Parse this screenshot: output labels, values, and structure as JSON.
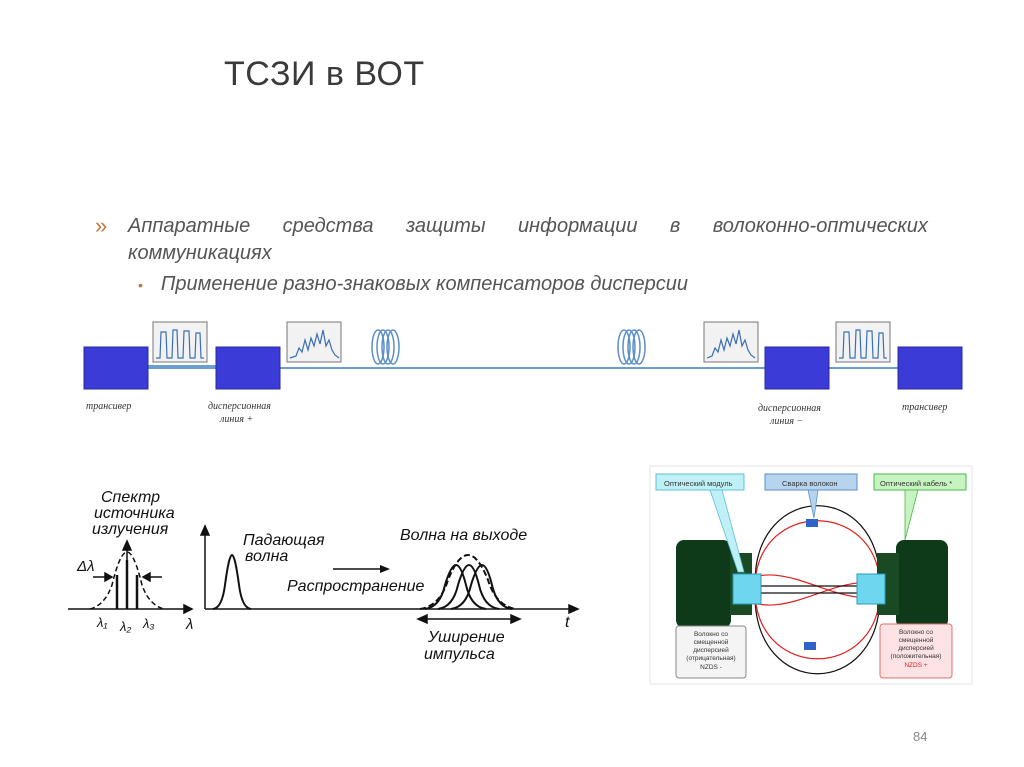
{
  "slide": {
    "title": "ТСЗИ в ВОТ",
    "bullet_marker": "»",
    "bullet_text_line1_words": [
      "Аппаратные",
      "средства",
      "защиты",
      "информации",
      "в",
      "волоконно-оптических"
    ],
    "bullet_text_line2": "коммуникациях",
    "sub_bullet_marker": "•",
    "sub_bullet_text": "Применение разно-знаковых компенсаторов дисперсии",
    "page_number": "84"
  },
  "line_diagram": {
    "labels": {
      "transceiver_left": "трансивер",
      "dispersion_plus_1": "дисперсионная",
      "dispersion_plus_2": "линия +",
      "dispersion_minus_1": "дисперсионная",
      "dispersion_minus_2": "линия −",
      "transceiver_right": "трансивер"
    },
    "colors": {
      "box": "#3b3bd8",
      "fiber": "#6a9fd0"
    }
  },
  "pulse_diagram": {
    "labels": {
      "source_spectrum_1": "Спектр",
      "source_spectrum_2": "источника",
      "source_spectrum_3": "излучения",
      "delta_lambda": "Δλ",
      "lambda1": "λ₁",
      "lambda2": "λ₂",
      "lambda3": "λ₃",
      "lambda_axis": "λ",
      "incident_wave_1": "Падающая",
      "incident_wave_2": "волна",
      "propagation": "Распространение",
      "output_wave": "Волна на выходе",
      "t_axis": "t",
      "broadening_1": "Уширение",
      "broadening_2": "импульса"
    }
  },
  "module_diagram": {
    "labels": {
      "optical_module": "Оптический модуль",
      "fiber_splice": "Сварка волокон",
      "optical_cable": "Оптический кабель *",
      "neg_1": "Волокно со",
      "neg_2": "смещенной",
      "neg_3": "дисперсией",
      "neg_4": "(отрицательная)",
      "neg_5": "NZDS -",
      "pos_1": "Волокно со",
      "pos_2": "смещенной",
      "pos_3": "дисперсией",
      "pos_4": "(положительная)",
      "pos_5": "NZDS +"
    },
    "colors": {
      "drum": "#0f3a1a",
      "splice": "#2f63c8",
      "fiber_red": "#e02020",
      "pos_text": "#e02020"
    }
  }
}
